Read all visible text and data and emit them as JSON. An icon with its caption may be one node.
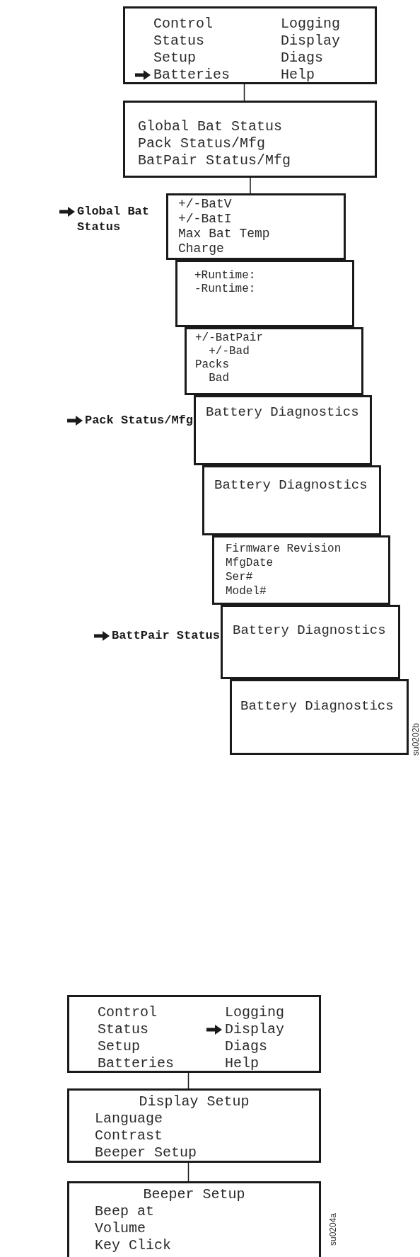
{
  "diagram": {
    "nodes": [
      {
        "text": [
          "Control",
          "Status",
          "Setup",
          "Batteries",
          "Logging",
          "Display",
          "Diags",
          "Help"
        ]
      },
      {
        "text": [
          "Global Bat Status",
          "Pack Status/Mfg",
          "BatPair Status/Mfg"
        ]
      },
      {
        "text": [
          "+/-BatV",
          "+/-BatI",
          "Max Bat Temp",
          "Charge"
        ],
        "beside": [
          "Global Bat Status"
        ]
      },
      {
        "text": [
          "+Runtime:",
          "-Runtime:"
        ]
      },
      {
        "text": [
          "+/-BatPair",
          "+/-Bad",
          "Packs",
          "Bad"
        ]
      },
      {
        "text": [
          "Battery Diagnostics"
        ],
        "beside": [
          "Pack Status/Mfg"
        ]
      },
      {
        "text": [
          "Battery Diagnostics"
        ]
      },
      {
        "text": [
          "Firmware Revision",
          "MfgDate",
          "Ser#",
          "Model#"
        ]
      },
      {
        "text": [
          "Battery Diagnostics"
        ],
        "beside": [
          "BattPair Status"
        ]
      },
      {
        "text": [
          "Battery Diagnostics"
        ]
      },
      {
        "text": [
          "Control",
          "Status",
          "Setup",
          "Batteries",
          "Logging",
          "Display",
          "Diags",
          "Help"
        ]
      },
      {
        "text": [
          "Display Setup",
          "Language",
          "Contrast",
          "Beeper Setup"
        ]
      },
      {
        "text": [
          "Beeper Setup",
          "Beep at",
          "Volume",
          "Key Click"
        ]
      }
    ],
    "edges": [
      {
        "from": 0,
        "to": 1,
        "arrow": "none"
      },
      {
        "from": 1,
        "to": 2,
        "arrow": "none"
      },
      {
        "from": 10,
        "to": 11,
        "arrow": "none"
      },
      {
        "from": 11,
        "to": 12,
        "arrow": "none"
      }
    ],
    "labels": [
      "su0202b",
      "su0204a"
    ]
  }
}
